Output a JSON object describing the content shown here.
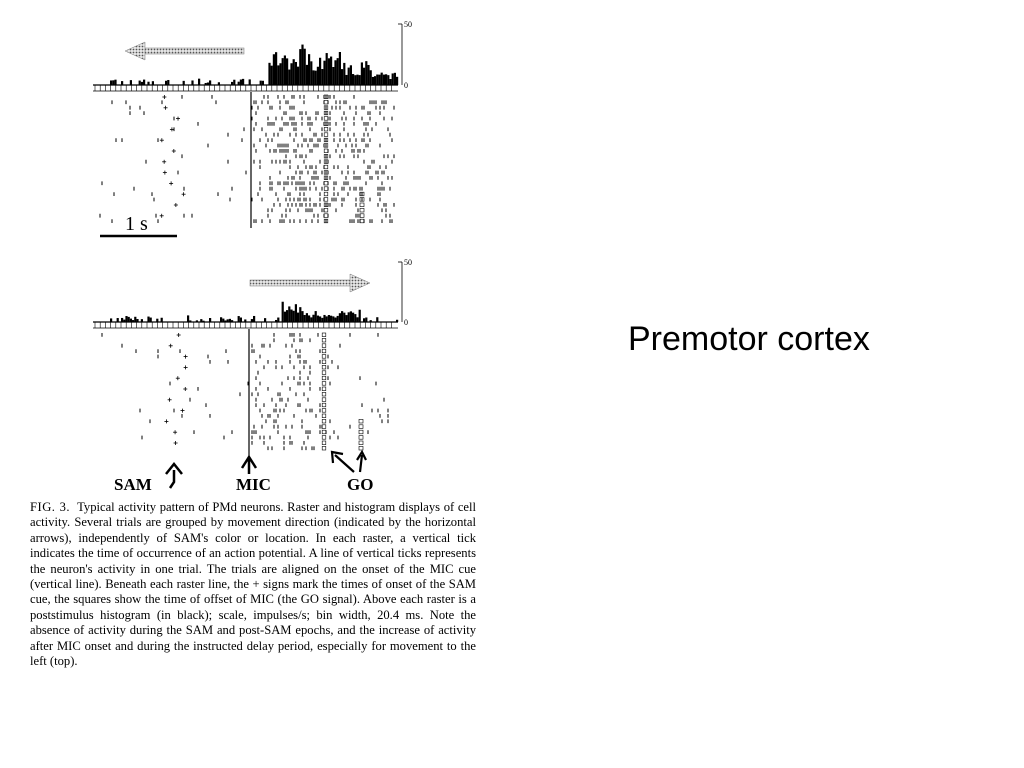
{
  "slide": {
    "title": "Premotor cortex"
  },
  "figure": {
    "caption_label": "FIG. 3.",
    "caption_text": "Typical activity pattern of PMd neurons. Raster and histogram displays of cell activity. Several trials are grouped by movement direction (indicated by the horizontal arrows), independently of SAM's color or location. In each raster, a vertical tick indicates the time of occurrence of an action potential. A line of vertical ticks represents the neuron's activity in one trial. The trials are aligned on the onset of the MIC cue (vertical line). Beneath each raster line, the + signs mark the times of onset of the SAM cue, the squares show the time of offset of MIC (the GO signal). Above each raster is a poststimulus histogram (in black); scale, impulses/s; bin width, 20.4 ms. Note the absence of activity during the SAM and post-SAM epochs, and the increase of activity after MIC onset and during the instructed delay period, especially for movement to the left (top).",
    "scale_bar_label": "1 s",
    "event_labels": {
      "sam": "SAM",
      "mic": "MIC",
      "go": "GO"
    },
    "panels": [
      {
        "id": "left",
        "arrow_direction": "left",
        "scale_max_label": "50",
        "scale_min_label": "0"
      },
      {
        "id": "right",
        "arrow_direction": "right",
        "scale_max_label": "50",
        "scale_min_label": "0"
      }
    ]
  }
}
